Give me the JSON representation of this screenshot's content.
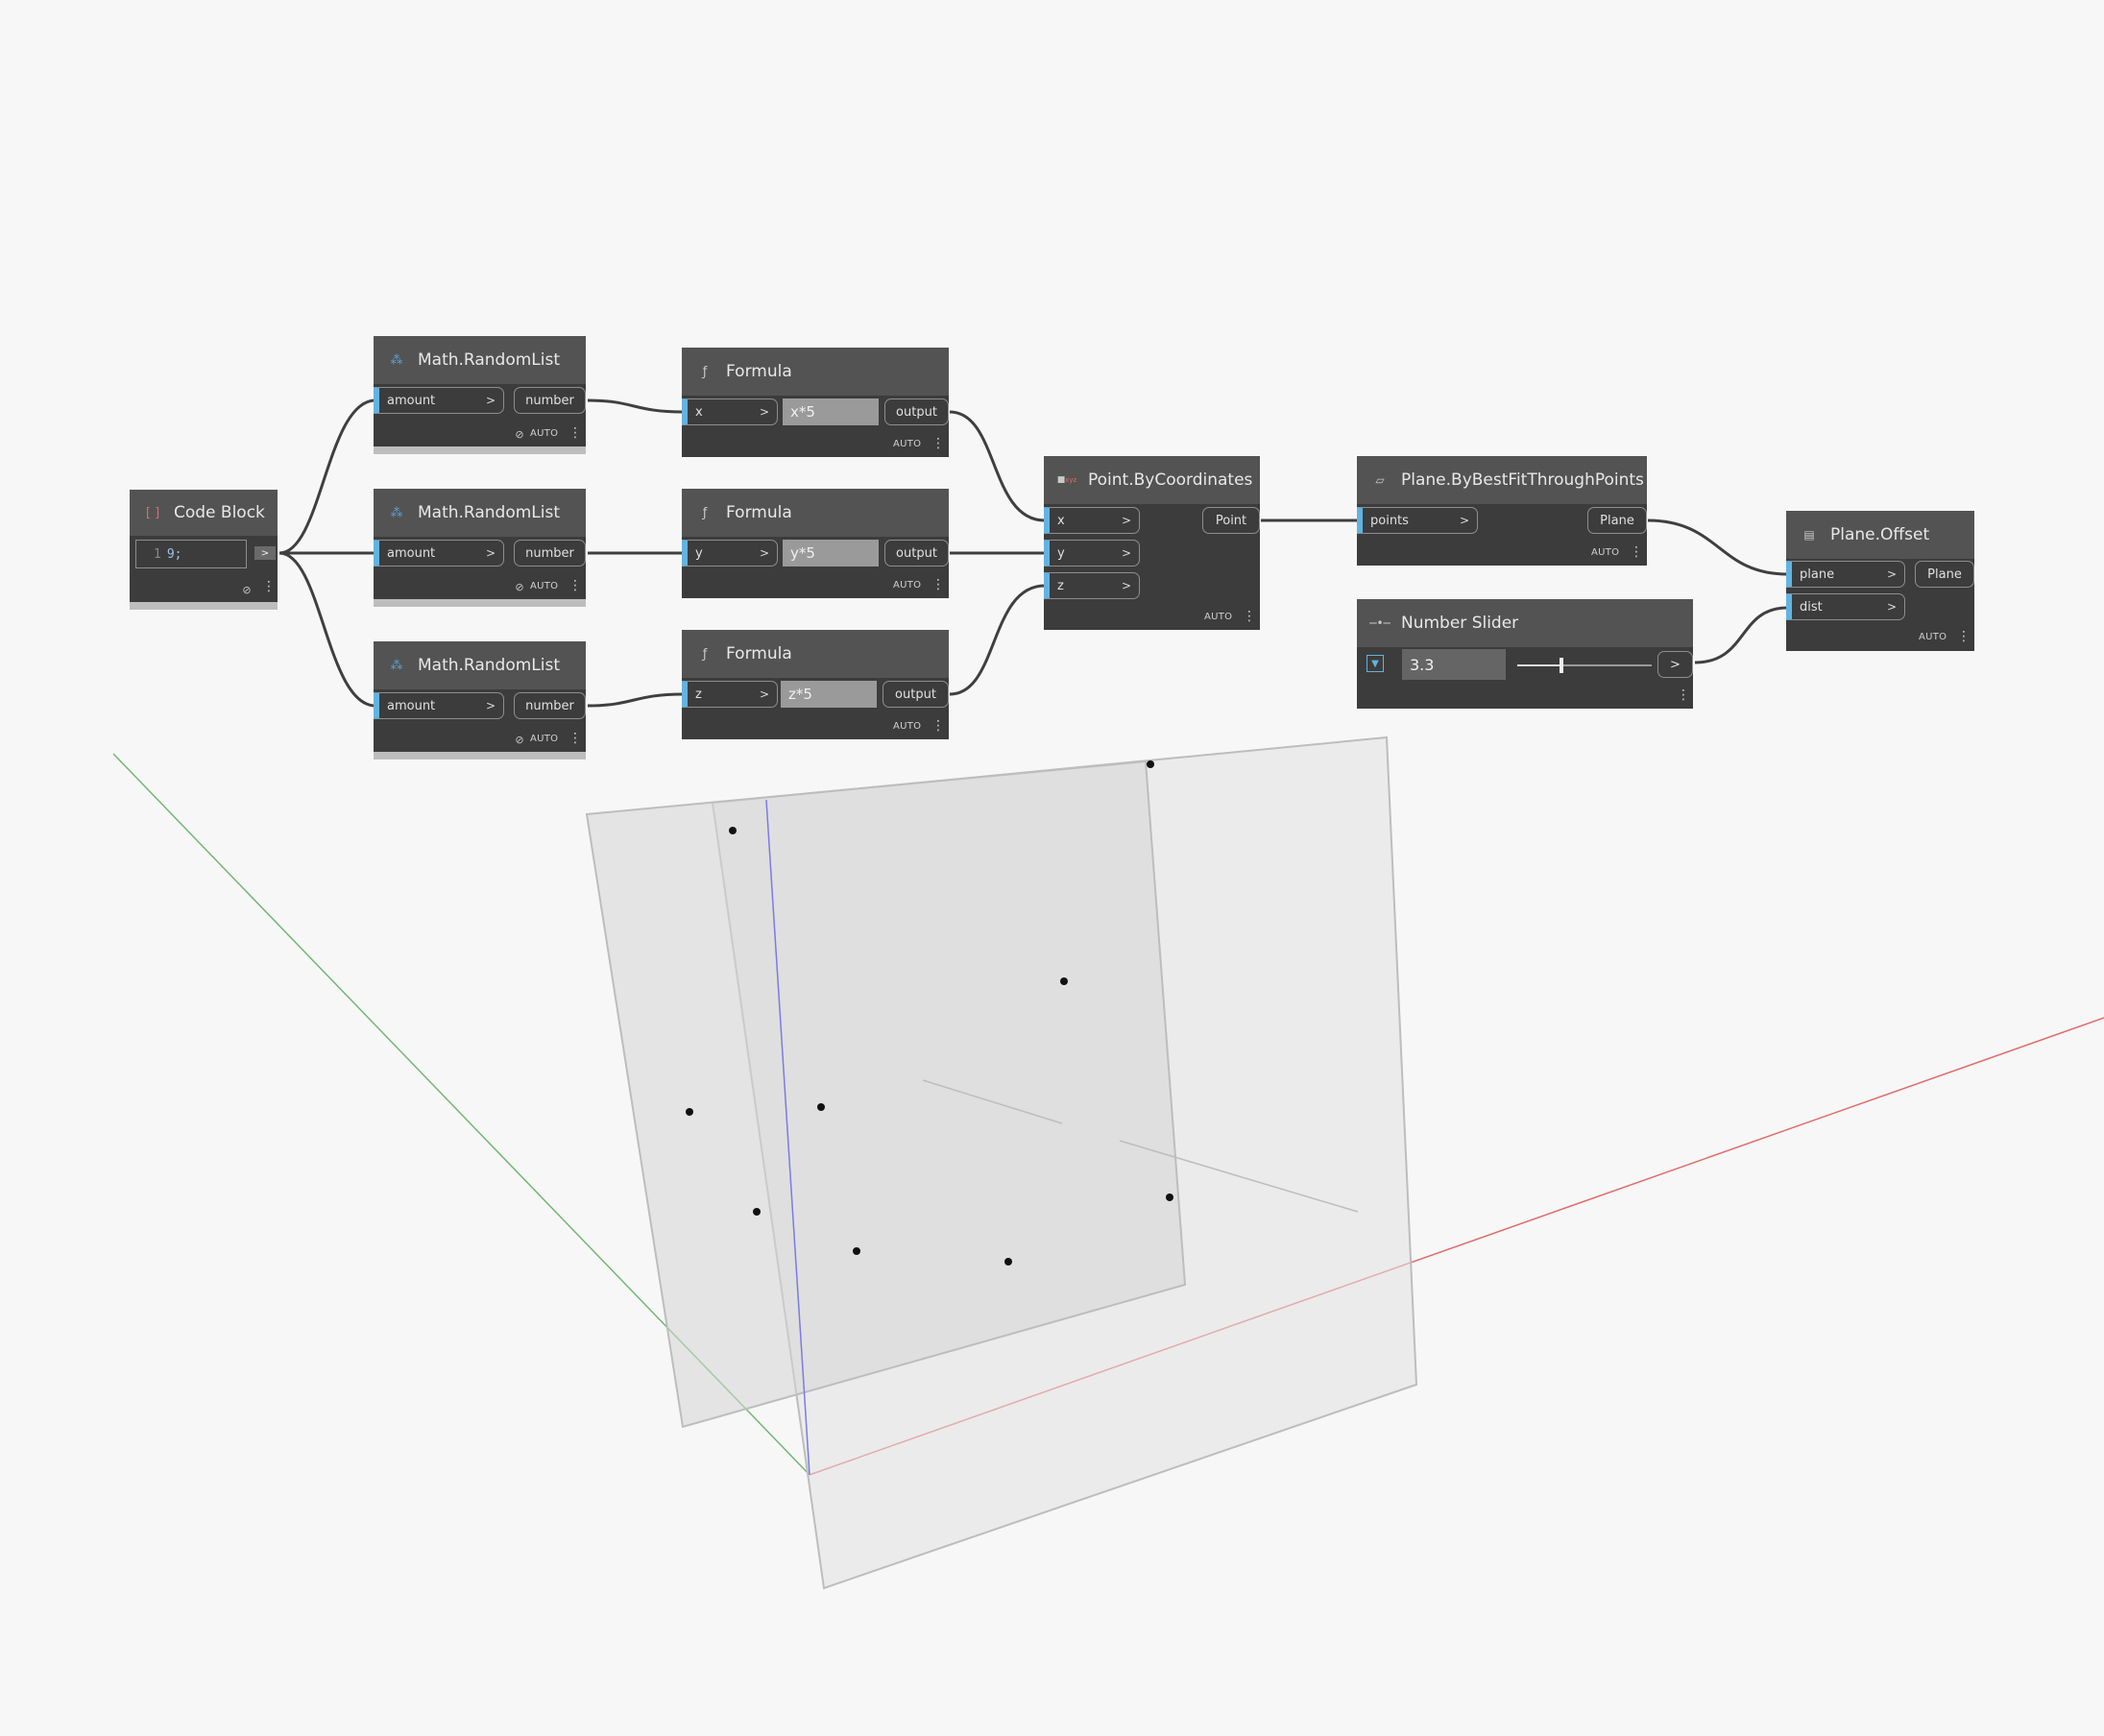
{
  "colors": {
    "canvas_background": "#f7f7f7",
    "node_body": "#3c3c3c",
    "node_header": "#535353",
    "port_accent": "#62b3e1",
    "wire": "#3f3f3f",
    "axis_x": "#e06b6b",
    "axis_y": "#74b674",
    "axis_z": "#7a7ae6"
  },
  "nodes": {
    "code_block": {
      "title": "Code Block",
      "icon": "code-block-icon",
      "line_number": "1",
      "code": "9;",
      "output_label": ">"
    },
    "random_lists": [
      {
        "title": "Math.RandomList",
        "input": "amount",
        "output": "number",
        "auto": "AUTO"
      },
      {
        "title": "Math.RandomList",
        "input": "amount",
        "output": "number",
        "auto": "AUTO"
      },
      {
        "title": "Math.RandomList",
        "input": "amount",
        "output": "number",
        "auto": "AUTO"
      }
    ],
    "formulas": [
      {
        "title": "Formula",
        "input": "x",
        "expression": "x*5",
        "output": "output",
        "auto": "AUTO"
      },
      {
        "title": "Formula",
        "input": "y",
        "expression": "y*5",
        "output": "output",
        "auto": "AUTO"
      },
      {
        "title": "Formula",
        "input": "z",
        "expression": "z*5",
        "output": "output",
        "auto": "AUTO"
      }
    ],
    "point_by_coordinates": {
      "title": "Point.ByCoordinates",
      "inputs": [
        "x",
        "y",
        "z"
      ],
      "output": "Point",
      "auto": "AUTO"
    },
    "plane_best_fit": {
      "title": "Plane.ByBestFitThroughPoints",
      "input": "points",
      "output": "Plane",
      "auto": "AUTO"
    },
    "number_slider": {
      "title": "Number Slider",
      "value": "3.3",
      "output_label": ">",
      "slider_fraction": 0.33
    },
    "plane_offset": {
      "title": "Plane.Offset",
      "inputs": [
        "plane",
        "dist"
      ],
      "output": "Plane",
      "auto": "AUTO"
    }
  },
  "common": {
    "chevron": ">",
    "menu": "⋮"
  }
}
